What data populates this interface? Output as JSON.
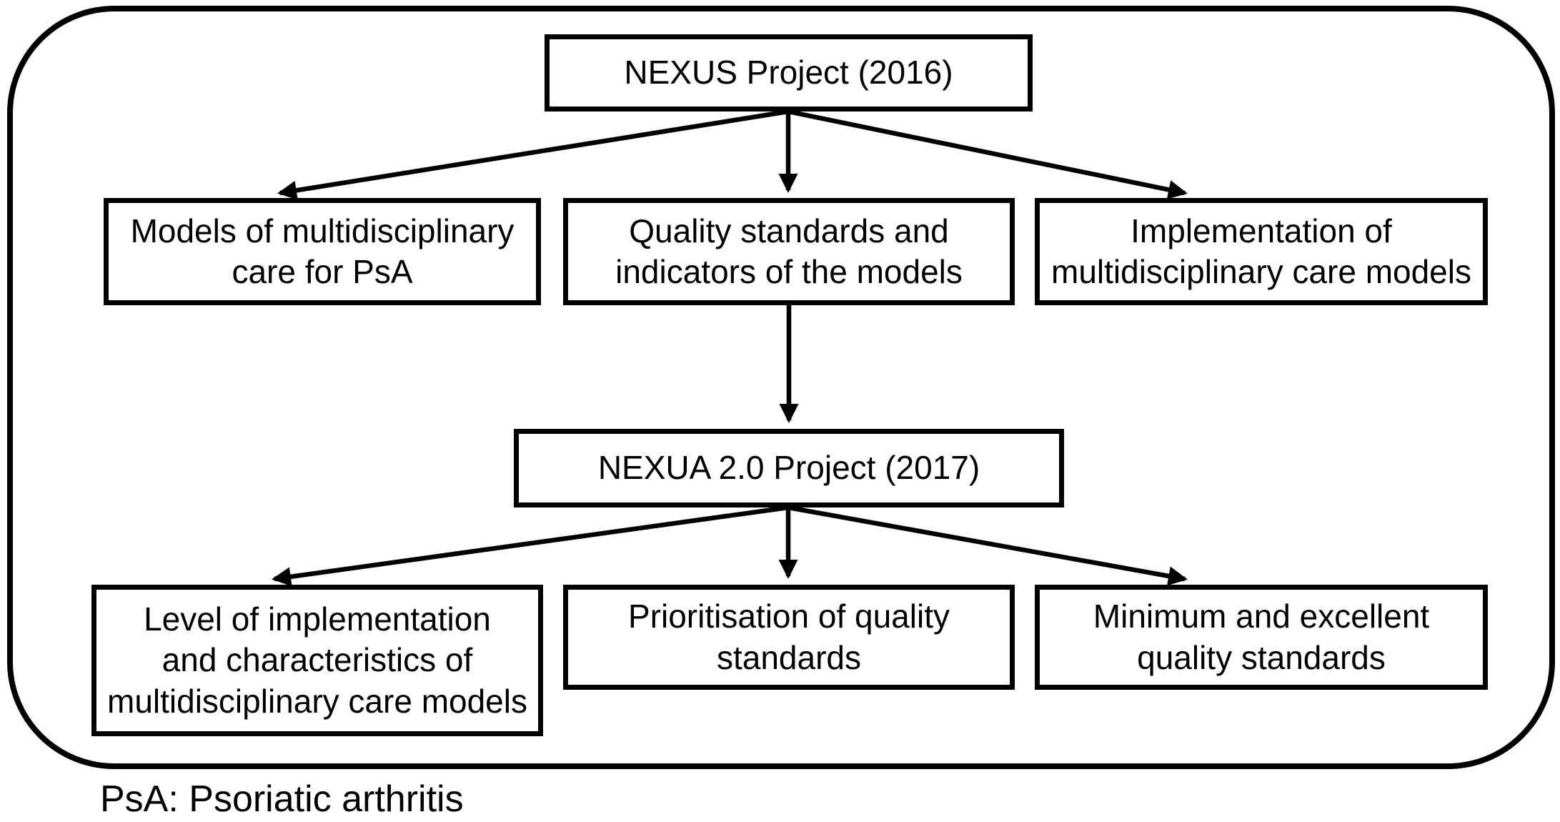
{
  "figure": {
    "colors": {
      "line": "#000000",
      "text": "#000000",
      "background": "#ffffff"
    },
    "nodes": {
      "nexus": {
        "label": "NEXUS Project (2016)"
      },
      "models_of_care": {
        "label": "Models of multidisciplinary\ncare for PsA"
      },
      "quality_standards": {
        "label": "Quality standards and\nindicators of the models"
      },
      "implementation": {
        "label": "Implementation of\nmultidisciplinary care models"
      },
      "nexua": {
        "label": "NEXUA 2.0 Project (2017)"
      },
      "level_of_implementation": {
        "label": "Level of implementation\nand characteristics of\nmultidisciplinary care models"
      },
      "prioritisation": {
        "label": "Prioritisation of quality\nstandards"
      },
      "minimum_excellent": {
        "label": "Minimum and excellent\nquality standards"
      }
    },
    "footnote": "PsA: Psoriatic arthritis"
  }
}
